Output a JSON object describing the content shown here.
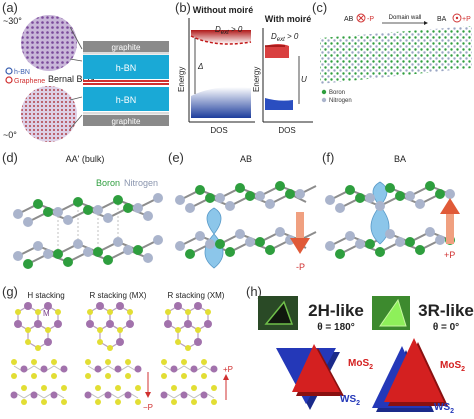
{
  "panels": {
    "a": {
      "label": "(a)",
      "angle_top": "~30°",
      "angle_bottom": "~0°",
      "legend_hbn": "h-BN",
      "legend_graphene": "Graphene",
      "bernal": "Bernal BLG",
      "layers": [
        "graphite",
        "h-BN",
        "h-BN",
        "graphite"
      ]
    },
    "b": {
      "label": "(b)",
      "title_left": "Without moiré",
      "title_right": "With moiré",
      "dext": "D",
      "dext_sub": "ext",
      "dext_rest": " > 0",
      "delta": "Δ",
      "u": "U",
      "ylabel": "Energy",
      "xlabel": "DOS"
    },
    "c": {
      "label": "(c)",
      "ab": "AB",
      "ba": "BA",
      "minus_p": "-P",
      "plus_p": "+P",
      "domain_wall": "Domain wall",
      "legend_boron": "Boron",
      "legend_nitrogen": "Nitrogen"
    },
    "d": {
      "label": "(d)",
      "title": "AA' (bulk)",
      "boron": "Boron",
      "nitrogen": "Nitrogen"
    },
    "e": {
      "label": "(e)",
      "title": "AB",
      "p": "-P"
    },
    "f": {
      "label": "(f)",
      "title": "BA",
      "p": "+P"
    },
    "g": {
      "label": "(g)",
      "titles": [
        "H stacking",
        "R stacking (MX)",
        "R stacking (XM)"
      ],
      "m": "M",
      "minus_p": "−P",
      "plus_p": "+P"
    },
    "h": {
      "label": "(h)",
      "left_title": "2H-like",
      "left_theta": "θ = 180°",
      "right_title": "3R-like",
      "right_theta": "θ = 0°",
      "mos2": "MoS",
      "ws2": "WS",
      "sub2": "2"
    }
  },
  "colors": {
    "boron": "#2e9e3e",
    "nitrogen": "#aab4cc",
    "hbn": "#1aa9d6",
    "graphite": "#8a8a8a",
    "red_band": "#c21a1a",
    "blue_band": "#1d3d9c",
    "mos2": "#d42020",
    "ws2": "#2438b8",
    "arrow": "#e05a38",
    "orbital": "#8cc6ea",
    "g_s": "#e2de34",
    "g_m": "#a272ac"
  }
}
